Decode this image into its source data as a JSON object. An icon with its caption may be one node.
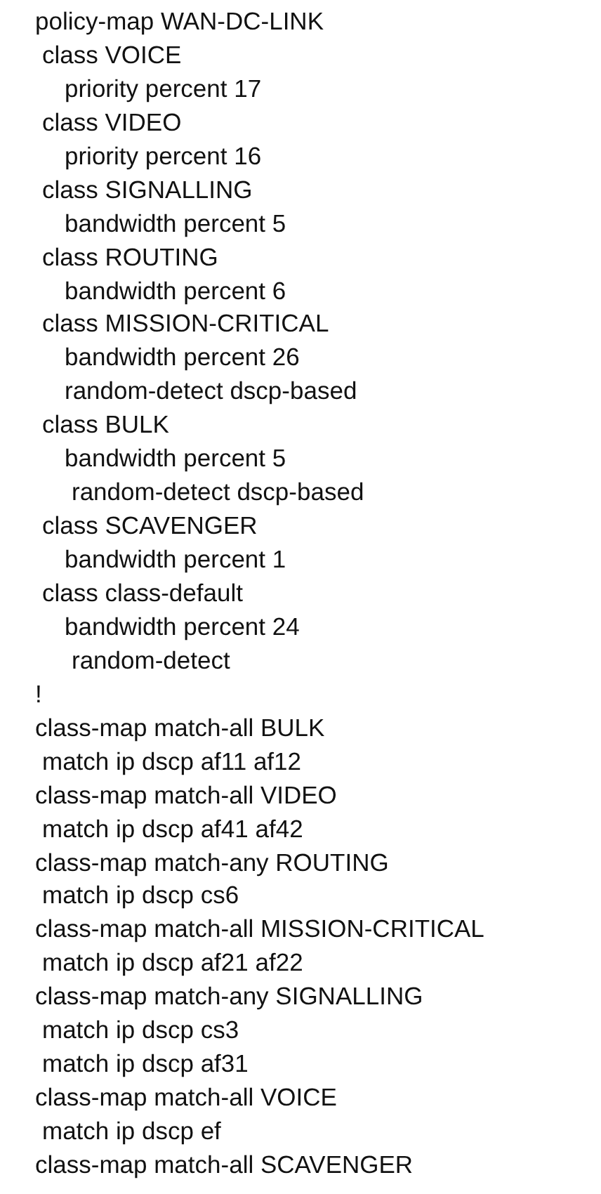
{
  "diagram": {
    "labels": [
      "policy-map WAN-DC-LINK",
      "class VOICE",
      "priority percent 17",
      "class VIDEO",
      "priority percent 16",
      "class SIGNALLING",
      "bandwidth percent 5",
      "class ROUTING",
      "bandwidth percent 6",
      "class MISSION-CRITICAL",
      "bandwidth percent 26",
      "random-detect dscp-based",
      "class BULK",
      "bandwidth percent 5",
      "random-detect dscp-based",
      "class SCAVENGER",
      "bandwidth percent 1",
      "class class-default",
      "bandwidth percent 24",
      "random-detect",
      "!",
      "class-map match-all BULK",
      "match ip dscp af11 af12",
      "class-map match-all VIDEO",
      "match ip dscp af41 af42",
      "class-map match-any ROUTING",
      "match ip dscp cs6",
      "class-map match-all MISSION-CRITICAL",
      "match ip dscp af21 af22",
      "class-map match-any SIGNALLING",
      "match ip dscp cs3",
      "match ip dscp af31",
      "class-map match-all VOICE",
      "match ip dscp ef",
      "class-map match-all SCAVENGER"
    ]
  }
}
